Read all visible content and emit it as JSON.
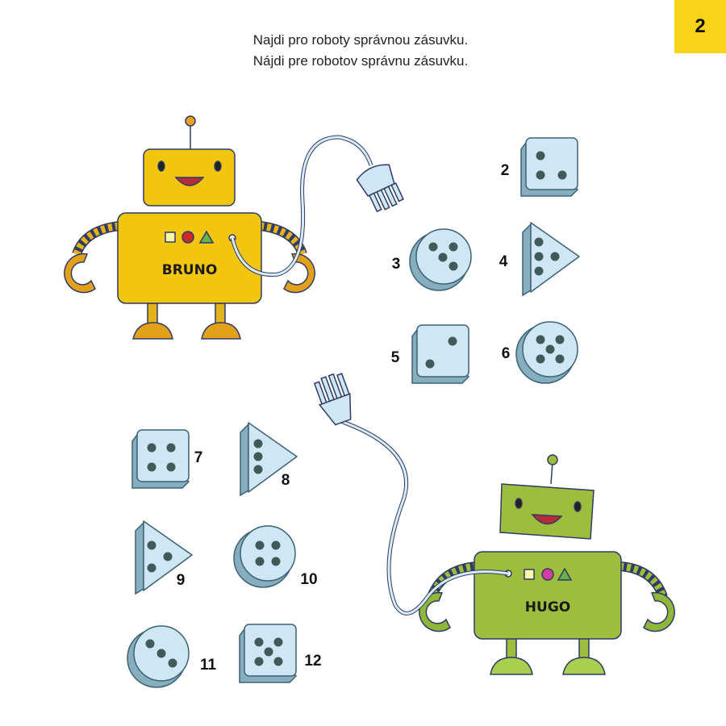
{
  "instructions": {
    "line_cz": "Najdi pro roboty správnou zásuvku.",
    "line_sk": "Nájdi pre robotov správnu zásuvku."
  },
  "page_number": "2",
  "robots": [
    {
      "name": "BRUNO",
      "color": "#f2c50f"
    },
    {
      "name": "HUGO",
      "color": "#9fbd3c"
    }
  ],
  "sockets": [
    {
      "label": "2",
      "shape": "square",
      "holes": 3
    },
    {
      "label": "3",
      "shape": "circle",
      "holes": 4
    },
    {
      "label": "4",
      "shape": "triangle",
      "holes": 4
    },
    {
      "label": "5",
      "shape": "square",
      "holes": 2
    },
    {
      "label": "6",
      "shape": "circle",
      "holes": 5
    },
    {
      "label": "7",
      "shape": "square",
      "holes": 4
    },
    {
      "label": "8",
      "shape": "triangle",
      "holes": 3
    },
    {
      "label": "9",
      "shape": "triangle",
      "holes": 3
    },
    {
      "label": "10",
      "shape": "circle",
      "holes": 4
    },
    {
      "label": "11",
      "shape": "circle",
      "holes": 3
    },
    {
      "label": "12",
      "shape": "square",
      "holes": 5
    }
  ],
  "colors": {
    "socket_face": "#cfe6f5",
    "socket_side": "#86aebf",
    "hole": "#3f5a58",
    "badge": "#f7d417"
  }
}
